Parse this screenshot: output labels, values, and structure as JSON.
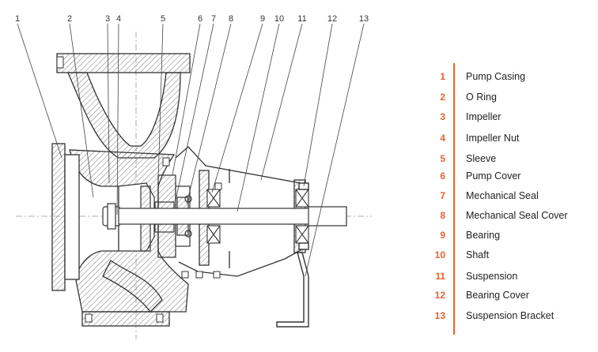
{
  "colors": {
    "accent": "#e8622a",
    "line": "#333333",
    "hatch": "#777777"
  },
  "parts": [
    {
      "num": "1",
      "label": "Pump Casing"
    },
    {
      "num": "2",
      "label": "O Ring"
    },
    {
      "num": "3",
      "label": "Impeller"
    },
    {
      "num": "4",
      "label": "Impeller Nut"
    },
    {
      "num": "5",
      "label": "Sleeve"
    },
    {
      "num": "6",
      "label": "Pump Cover"
    },
    {
      "num": "7",
      "label": "Mechanical Seal"
    },
    {
      "num": "8",
      "label": "Mechanical Seal Cover"
    },
    {
      "num": "9",
      "label": "Bearing"
    },
    {
      "num": "10",
      "label": "Shaft"
    },
    {
      "num": "11",
      "label": "Suspension"
    },
    {
      "num": "12",
      "label": "Bearing Cover"
    },
    {
      "num": "13",
      "label": "Suspension Bracket"
    }
  ]
}
